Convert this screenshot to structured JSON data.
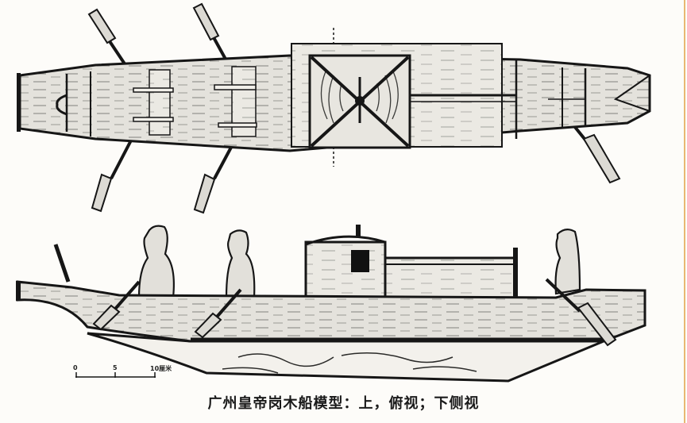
{
  "figure": {
    "caption": "广州皇帝岗木船模型：上，俯视；下侧视",
    "views": [
      {
        "id": "top",
        "label": "俯视"
      },
      {
        "id": "side",
        "label": "侧视"
      }
    ],
    "scale_bar": {
      "ticks": [
        "0",
        "5",
        "10厘米"
      ],
      "unit": "厘米"
    },
    "colors": {
      "background": "#fdfcf9",
      "hull_fill": "#e4e2dc",
      "ink": "#161616",
      "frame_accent": "#e8b872"
    }
  }
}
